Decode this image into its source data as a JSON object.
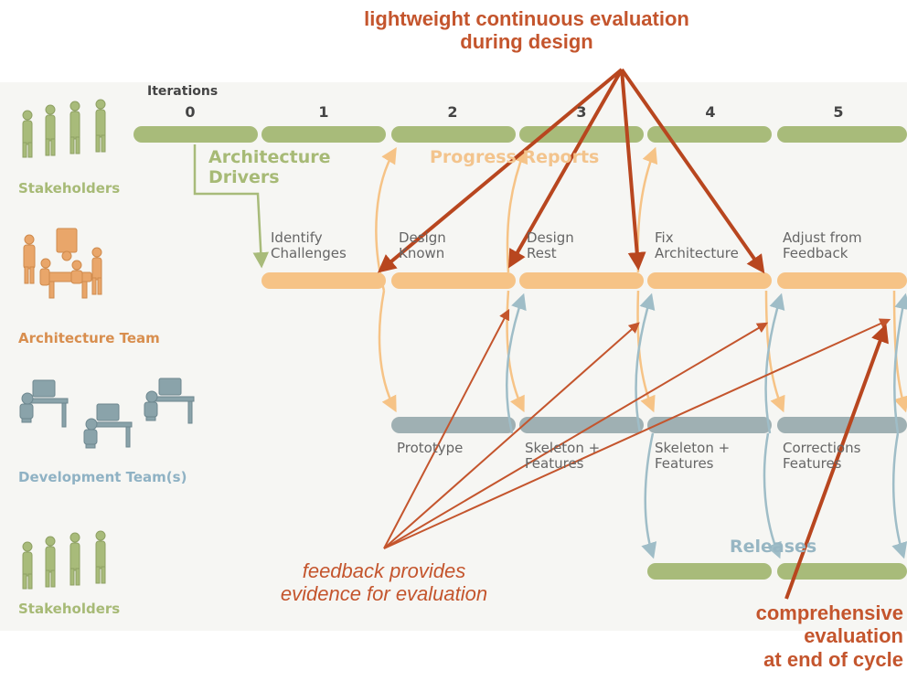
{
  "annotations": {
    "top_line1": "lightweight continuous evaluation",
    "top_line2": "during design",
    "feedback_line1": "feedback provides",
    "feedback_line2": "evidence for evaluation",
    "comprehensive_line1": "comprehensive",
    "comprehensive_line2": "evaluation",
    "comprehensive_line3": "at end of cycle"
  },
  "lanes": {
    "stakeholders_top": "Stakeholders",
    "architecture_team": "Architecture Team",
    "development_team": "Development Team(s)",
    "stakeholders_bottom": "Stakeholders"
  },
  "iterations": {
    "label": "Iterations",
    "numbers": [
      "0",
      "1",
      "2",
      "3",
      "4",
      "5"
    ]
  },
  "flow_labels": {
    "architecture_drivers_1": "Architecture",
    "architecture_drivers_2": "Drivers",
    "progress_reports": "Progress Reports",
    "releases": "Releases"
  },
  "architecture_tasks": [
    "Identify\nChallenges",
    "Design\nKnown",
    "Design\nRest",
    "Fix\nArchitecture",
    "Adjust from\nFeedback"
  ],
  "development_tasks": [
    "Prototype",
    "Skeleton +\nFeatures",
    "Skeleton +\nFeatures",
    "Corrections\nFeatures"
  ],
  "colors": {
    "green": "#a8bb7a",
    "orange": "#f6c386",
    "blue_gray": "#9fb0b3",
    "annotation": "#c4552d",
    "green_label": "#a7ba76",
    "orange_label": "#d88e4e",
    "blue_label": "#8fb2c4"
  },
  "icons": [
    "stakeholders-people-icon",
    "architecture-team-meeting-icon",
    "developer-workstation-icon"
  ]
}
